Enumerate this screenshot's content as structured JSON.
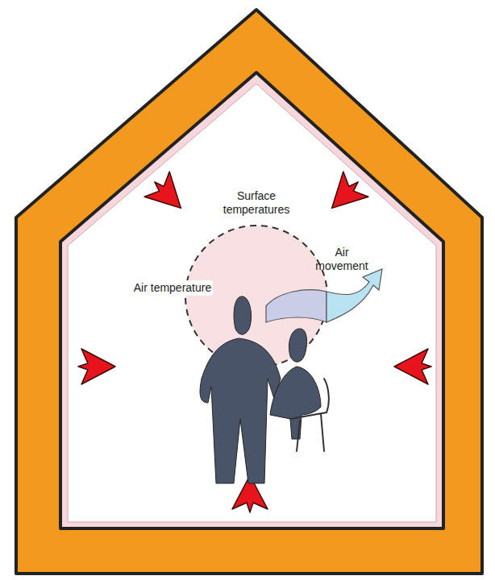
{
  "diagram": {
    "labels": [
      "Surface temperatures",
      "Air temperature",
      "Air movement"
    ]
  }
}
